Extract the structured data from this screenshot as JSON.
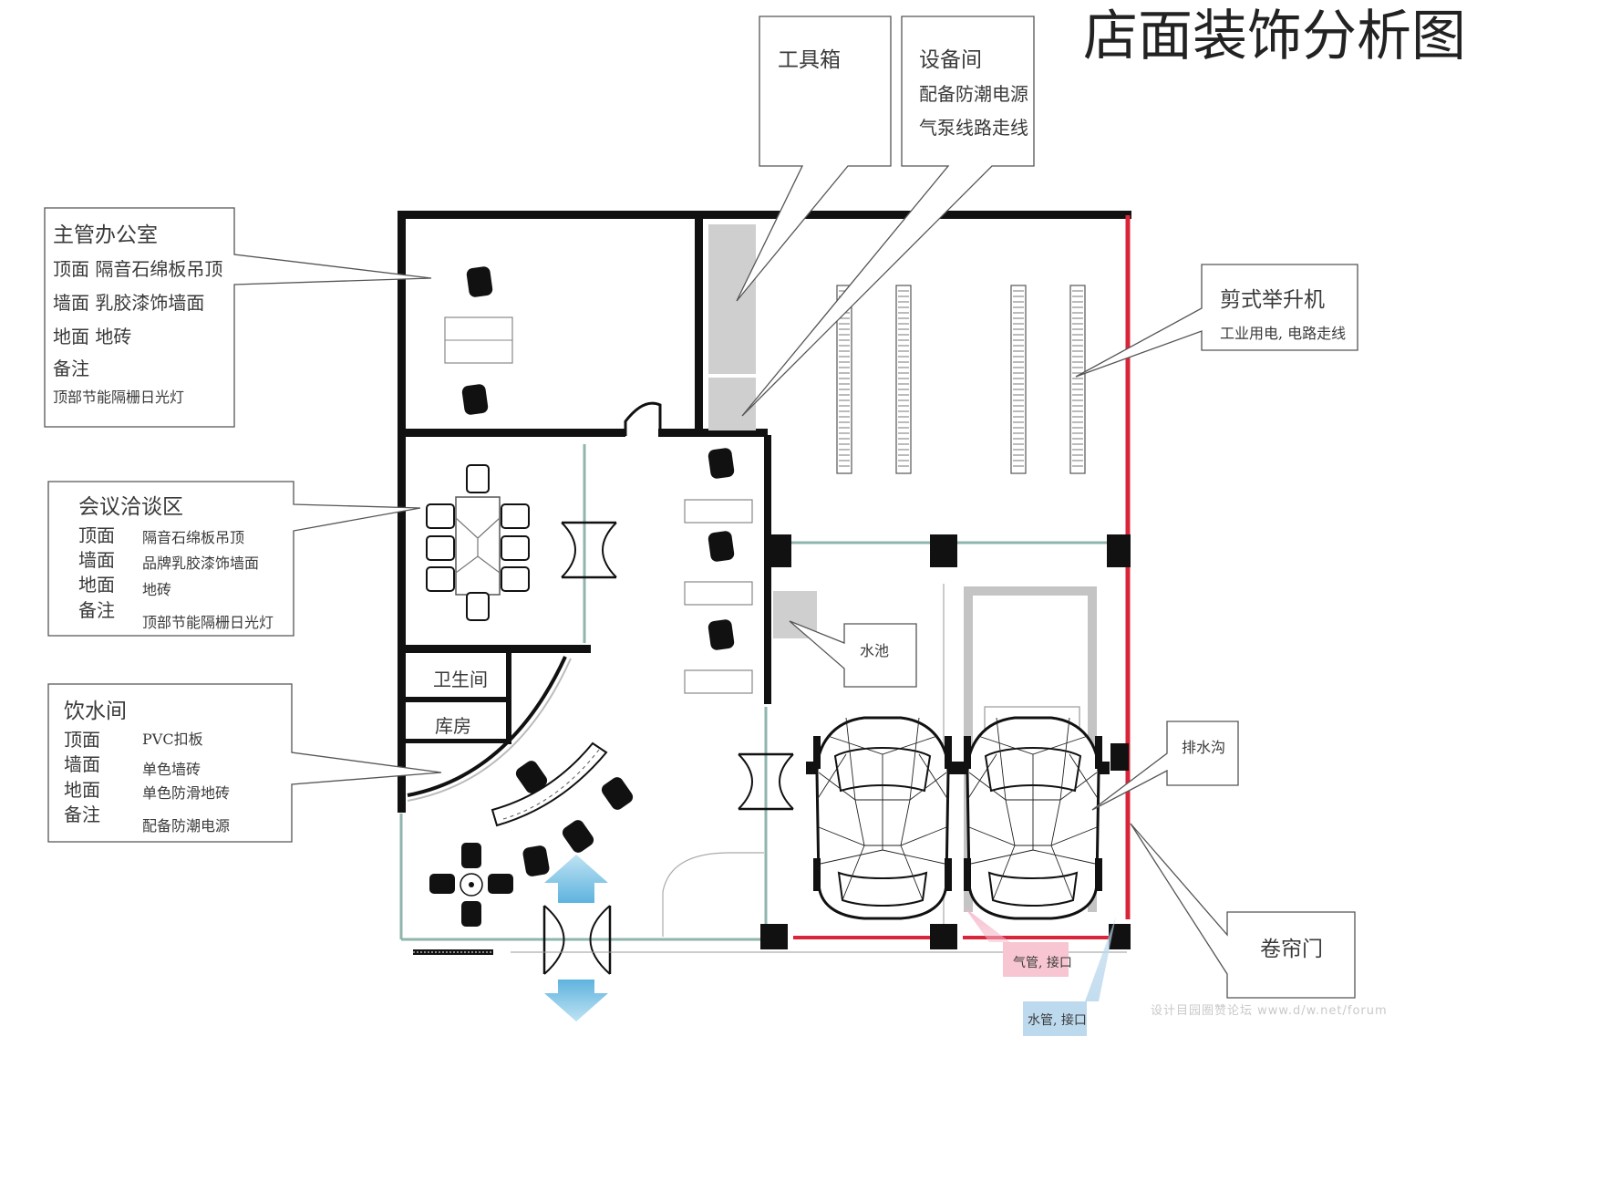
{
  "title": "店面装饰分析图",
  "callouts": {
    "toolbox": "工具箱",
    "equipment_room": {
      "title": "设备间",
      "lines": [
        "配备防潮电源",
        "气泵线路走线"
      ]
    },
    "manager_office": {
      "title": "主管办公室",
      "lines": [
        "顶面  隔音石绵板吊顶",
        "墙面 乳胶漆饰墙面",
        "地面 地砖",
        "备注",
        "顶部节能隔栅日光灯"
      ]
    },
    "meeting_area": {
      "title": "会议洽谈区",
      "labels": [
        "顶面",
        "墙面",
        "地面",
        "备注"
      ],
      "values": [
        "隔音石绵板吊顶",
        "品牌乳胶漆饰墙面",
        "地砖",
        "顶部节能隔栅日光灯"
      ]
    },
    "water_room": {
      "title": "饮水间",
      "labels": [
        "顶面",
        "墙面",
        "地面",
        "备注"
      ],
      "values": [
        "PVC扣板",
        "单色墙砖",
        "单色防滑地砖",
        "配备防潮电源"
      ]
    },
    "scissor_lift": {
      "title": "剪式举升机",
      "line": "工业用电, 电路走线"
    },
    "sink": "水池",
    "drain": "排水沟",
    "rolling_door": "卷帘门",
    "air_pipe": "气管, 接口",
    "water_pipe": "水管, 接口"
  },
  "rooms": {
    "toilet": "卫生间",
    "storage": "库房"
  },
  "watermark": "设计目园圈赞论坛 www.d/w.net/forum",
  "colors": {
    "wall": "#111111",
    "shutter": "#d9253a",
    "glass": "#8fb5ad",
    "equipment": "#cfcfcf",
    "air_tag": "#f7c6d2",
    "water_tag": "#bcd9ee",
    "arrow": "#7cc3e6"
  },
  "icons": [
    "chair-icon",
    "door-swing-icon",
    "car-icon",
    "entry-arrow-icon",
    "exit-arrow-icon"
  ]
}
